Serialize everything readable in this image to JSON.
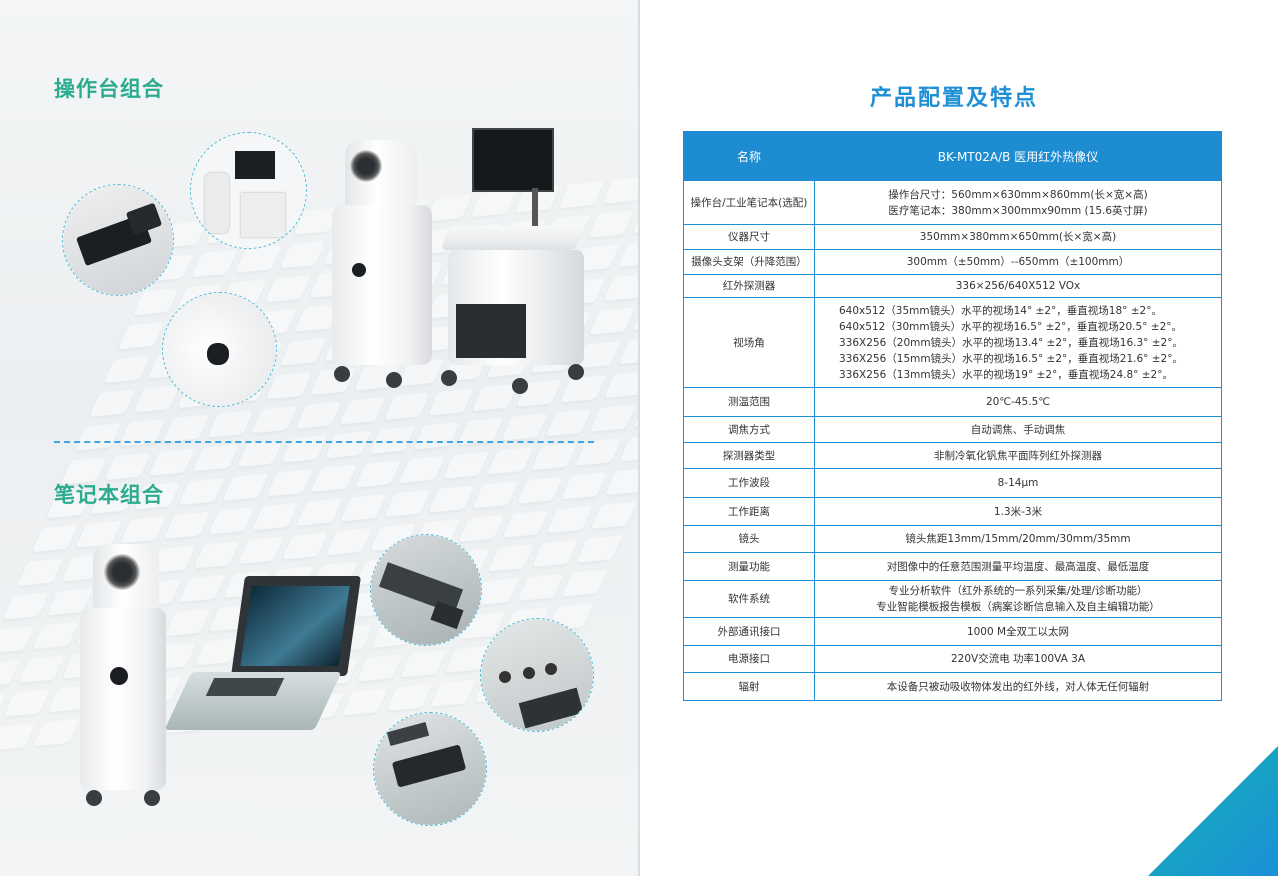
{
  "left": {
    "console_section_title": "操作台组合",
    "laptop_section_title": "笔记本组合"
  },
  "right": {
    "page_title": "产品配置及特点"
  },
  "table": {
    "header": {
      "key": "名称",
      "value": "BK-MT02A/B 医用红外热像仪"
    },
    "rows": [
      {
        "key": "操作台/工业笔记本(选配)",
        "lines": [
          "操作台尺寸：560mm×630mm×860mm(长×宽×高)",
          "医疗笔记本：380mm×300mmx90mm (15.6英寸屏)"
        ]
      },
      {
        "key": "仪器尺寸",
        "lines": [
          "350mm×380mm×650mm(长×宽×高)"
        ]
      },
      {
        "key": "摄像头支架（升降范围）",
        "lines": [
          "300mm（±50mm）--650mm（±100mm）"
        ]
      },
      {
        "key": "红外探测器",
        "lines": [
          "336×256/640X512 VOx"
        ]
      },
      {
        "key": "视场角",
        "lines": [
          "640x512（35mm镜头）水平的视场14° ±2°，垂直视场18° ±2°。",
          "640x512（30mm镜头）水平的视场16.5° ±2°，垂直视场20.5° ±2°。",
          "336X256（20mm镜头）水平的视场13.4° ±2°，垂直视场16.3° ±2°。",
          "336X256（15mm镜头）水平的视场16.5° ±2°，垂直视场21.6° ±2°。",
          "336X256（13mm镜头）水平的视场19° ±2°，垂直视场24.8° ±2°。"
        ]
      },
      {
        "key": "测温范围",
        "lines": [
          "20℃-45.5℃"
        ]
      },
      {
        "key": "调焦方式",
        "lines": [
          "自动调焦、手动调焦"
        ]
      },
      {
        "key": "探测器类型",
        "lines": [
          "非制冷氧化钒焦平面阵列红外探测器"
        ]
      },
      {
        "key": "工作波段",
        "lines": [
          "8-14μm"
        ]
      },
      {
        "key": "工作距离",
        "lines": [
          "1.3米-3米"
        ]
      },
      {
        "key": "镜头",
        "lines": [
          "镜头焦距13mm/15mm/20mm/30mm/35mm"
        ]
      },
      {
        "key": "测量功能",
        "lines": [
          "对图像中的任意范围测量平均温度、最高温度、最低温度"
        ]
      },
      {
        "key": "软件系统",
        "lines": [
          "专业分析软件（红外系统的一系列采集/处理/诊断功能）",
          "专业智能模板报告模板（病案诊断信息输入及自主编辑功能）"
        ]
      },
      {
        "key": "外部通讯接口",
        "lines": [
          "1000 M全双工以太网"
        ]
      },
      {
        "key": "电源接口",
        "lines": [
          "220V交流电  功率100VA 3A"
        ]
      },
      {
        "key": "辐射",
        "lines": [
          "本设备只被动吸收物体发出的红外线，对人体无任何辐射"
        ]
      }
    ]
  },
  "colors": {
    "accent_green": "#2bab8f",
    "accent_blue": "#1d8cd0"
  }
}
